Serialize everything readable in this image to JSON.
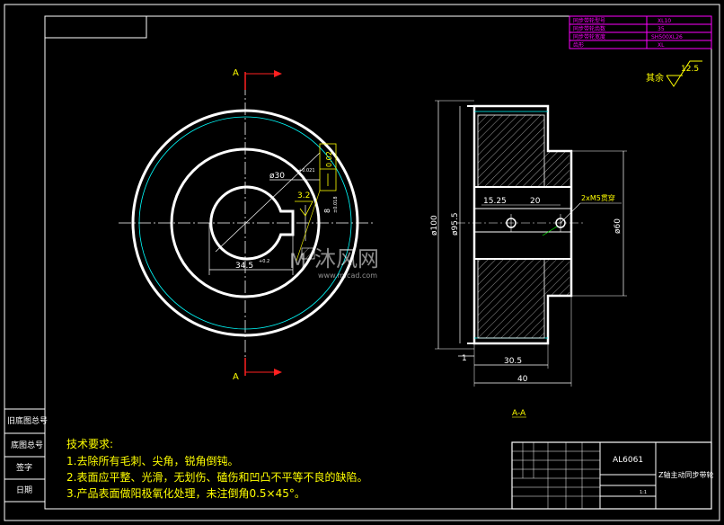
{
  "colors": {
    "background": "#000000",
    "outline": "#ffffff",
    "dimension": "#ffffff",
    "cut_plane": "#ff2020",
    "center_line": "#ffffff",
    "aux": "#00ffff",
    "tolerance": "#ffff00",
    "title_table": "#ff00ff",
    "leader": "#00ff00",
    "note_text": "#ffff00",
    "label": "#ffff00"
  },
  "drawing": {
    "section_mark_top": "A",
    "section_mark_bottom": "A",
    "section_label": "A-A",
    "front_dims": {
      "bore": "ø30",
      "bore_tol": "+0.021",
      "key_depth": "34.5",
      "key_depth_tol": "+0.2",
      "key_width": "8",
      "key_width_tol": "±0.018",
      "runout": "0.02",
      "surface_finish": "3.2"
    },
    "section_dims": {
      "outer": "ø100",
      "shoulder": "ø95.5",
      "hub": "ø60",
      "d1": "15.25",
      "d2": "20",
      "d3": "30.5",
      "d4": "40",
      "d5": "1",
      "thread_note": "2xM5贯穿"
    },
    "roughness_note": "其余",
    "roughness_value": "12.5"
  },
  "revision_table": {
    "rows": [
      [
        "同步带轮型号",
        "XL10"
      ],
      [
        "同步带轮齿数",
        "35"
      ],
      [
        "同步带轮宽度",
        "SH500XL26"
      ],
      [
        "齿形",
        "XL"
      ]
    ]
  },
  "side_labels": [
    "旧底图总号",
    "底图总号",
    "签字",
    "日期"
  ],
  "notes": {
    "title": "技术要求:",
    "items": [
      "1.去除所有毛刺、尖角，锐角倒钝。",
      "2.表面应平整、光滑，无划伤、磕伤和凹凸不平等不良的缺陷。",
      "3.产品表面做阳极氧化处理，未注倒角0.5×45°。"
    ]
  },
  "title_block": {
    "material": "AL6061",
    "part_name": "Z轴主动同步带轮",
    "scale": "1:1"
  },
  "watermark": {
    "brand": "沐风网",
    "url": "www.mfcad.com"
  }
}
